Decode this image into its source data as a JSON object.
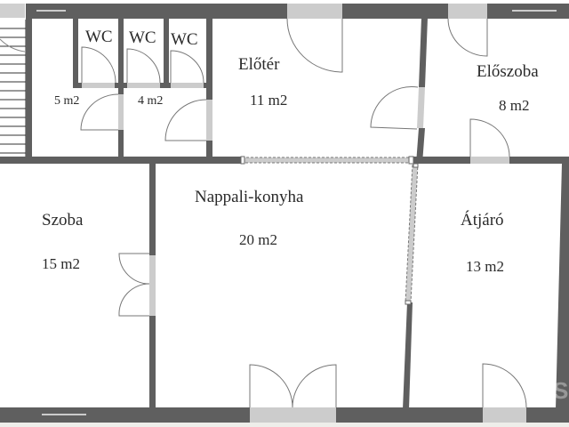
{
  "plan": {
    "colors": {
      "wall": "#5f5f5f",
      "opening": "#cccccc",
      "door_arc": "#777777",
      "text": "#2a2a2a",
      "background": "#ffffff"
    },
    "rooms": [
      {
        "id": "wc1",
        "name": "WC"
      },
      {
        "id": "wc2",
        "name": "WC"
      },
      {
        "id": "wc3",
        "name": "WC"
      },
      {
        "id": "hall-small-1",
        "name": "",
        "area": "5 m2"
      },
      {
        "id": "hall-small-2",
        "name": "",
        "area": "4 m2"
      },
      {
        "id": "eloter",
        "name": "Előtér",
        "area": "11 m2"
      },
      {
        "id": "eloszoba",
        "name": "Előszoba",
        "area": "8 m2"
      },
      {
        "id": "szoba",
        "name": "Szoba",
        "area": "15 m2"
      },
      {
        "id": "nappali",
        "name": "Nappali-konyha",
        "area": "20 m2"
      },
      {
        "id": "atjaro",
        "name": "Átjáró",
        "area": "13 m2"
      }
    ]
  }
}
